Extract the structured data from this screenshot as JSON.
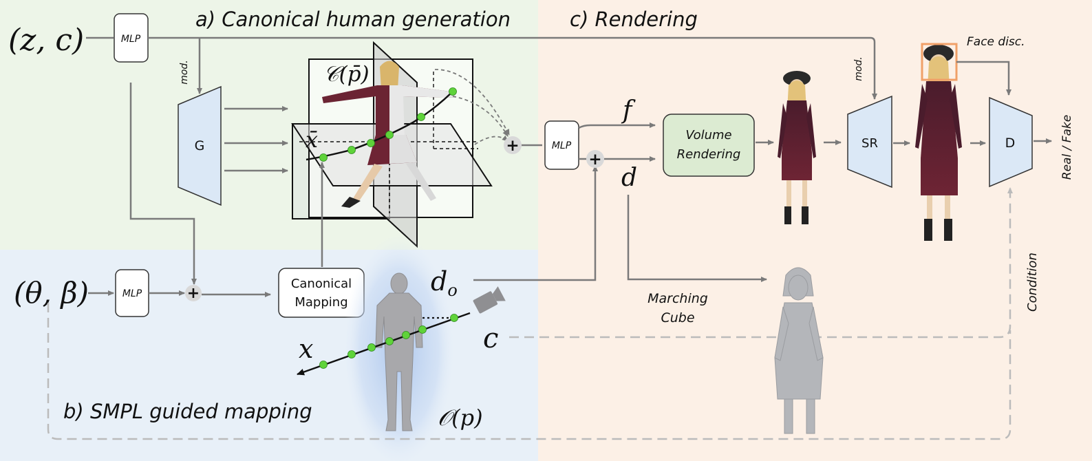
{
  "sections": {
    "a": "a) Canonical human generation",
    "b": "b) SMPL guided mapping",
    "c": "c) Rendering"
  },
  "inputs": {
    "zc": "(z, c)",
    "theta_beta": "(θ, β)"
  },
  "blocks": {
    "mlp_top": "MLP",
    "mlp_bottom": "MLP",
    "mlp_render": "MLP",
    "generator": "G",
    "canonical_mapping_line1": "Canonical",
    "canonical_mapping_line2": "Mapping",
    "volume_rendering_line1": "Volume",
    "volume_rendering_line2": "Rendering",
    "sr": "SR",
    "discriminator": "D"
  },
  "labels": {
    "mod_left": "mod.",
    "mod_right": "mod.",
    "canonical_space": "𝒞(p̄)",
    "x_bar": "x̄",
    "x": "x",
    "f": "f",
    "d": "d",
    "d_o": "d",
    "d_o_sub": "o",
    "c": "c",
    "observation": "𝒪(p)",
    "marching_line1": "Marching",
    "marching_line2": "Cube",
    "face_disc": "Face disc.",
    "condition": "Condition",
    "real_fake": "Real / Fake",
    "plus": "+"
  },
  "colors": {
    "region_a": "#edf5e8",
    "region_b": "#e8f0f8",
    "region_c": "#fcf0e6",
    "trapezoid_fill": "#dbe8f6",
    "volume_fill": "#dcebd2",
    "sample_point": "#5fd33a",
    "arrow": "#7a7a7a",
    "face_box": "#f0a068"
  }
}
